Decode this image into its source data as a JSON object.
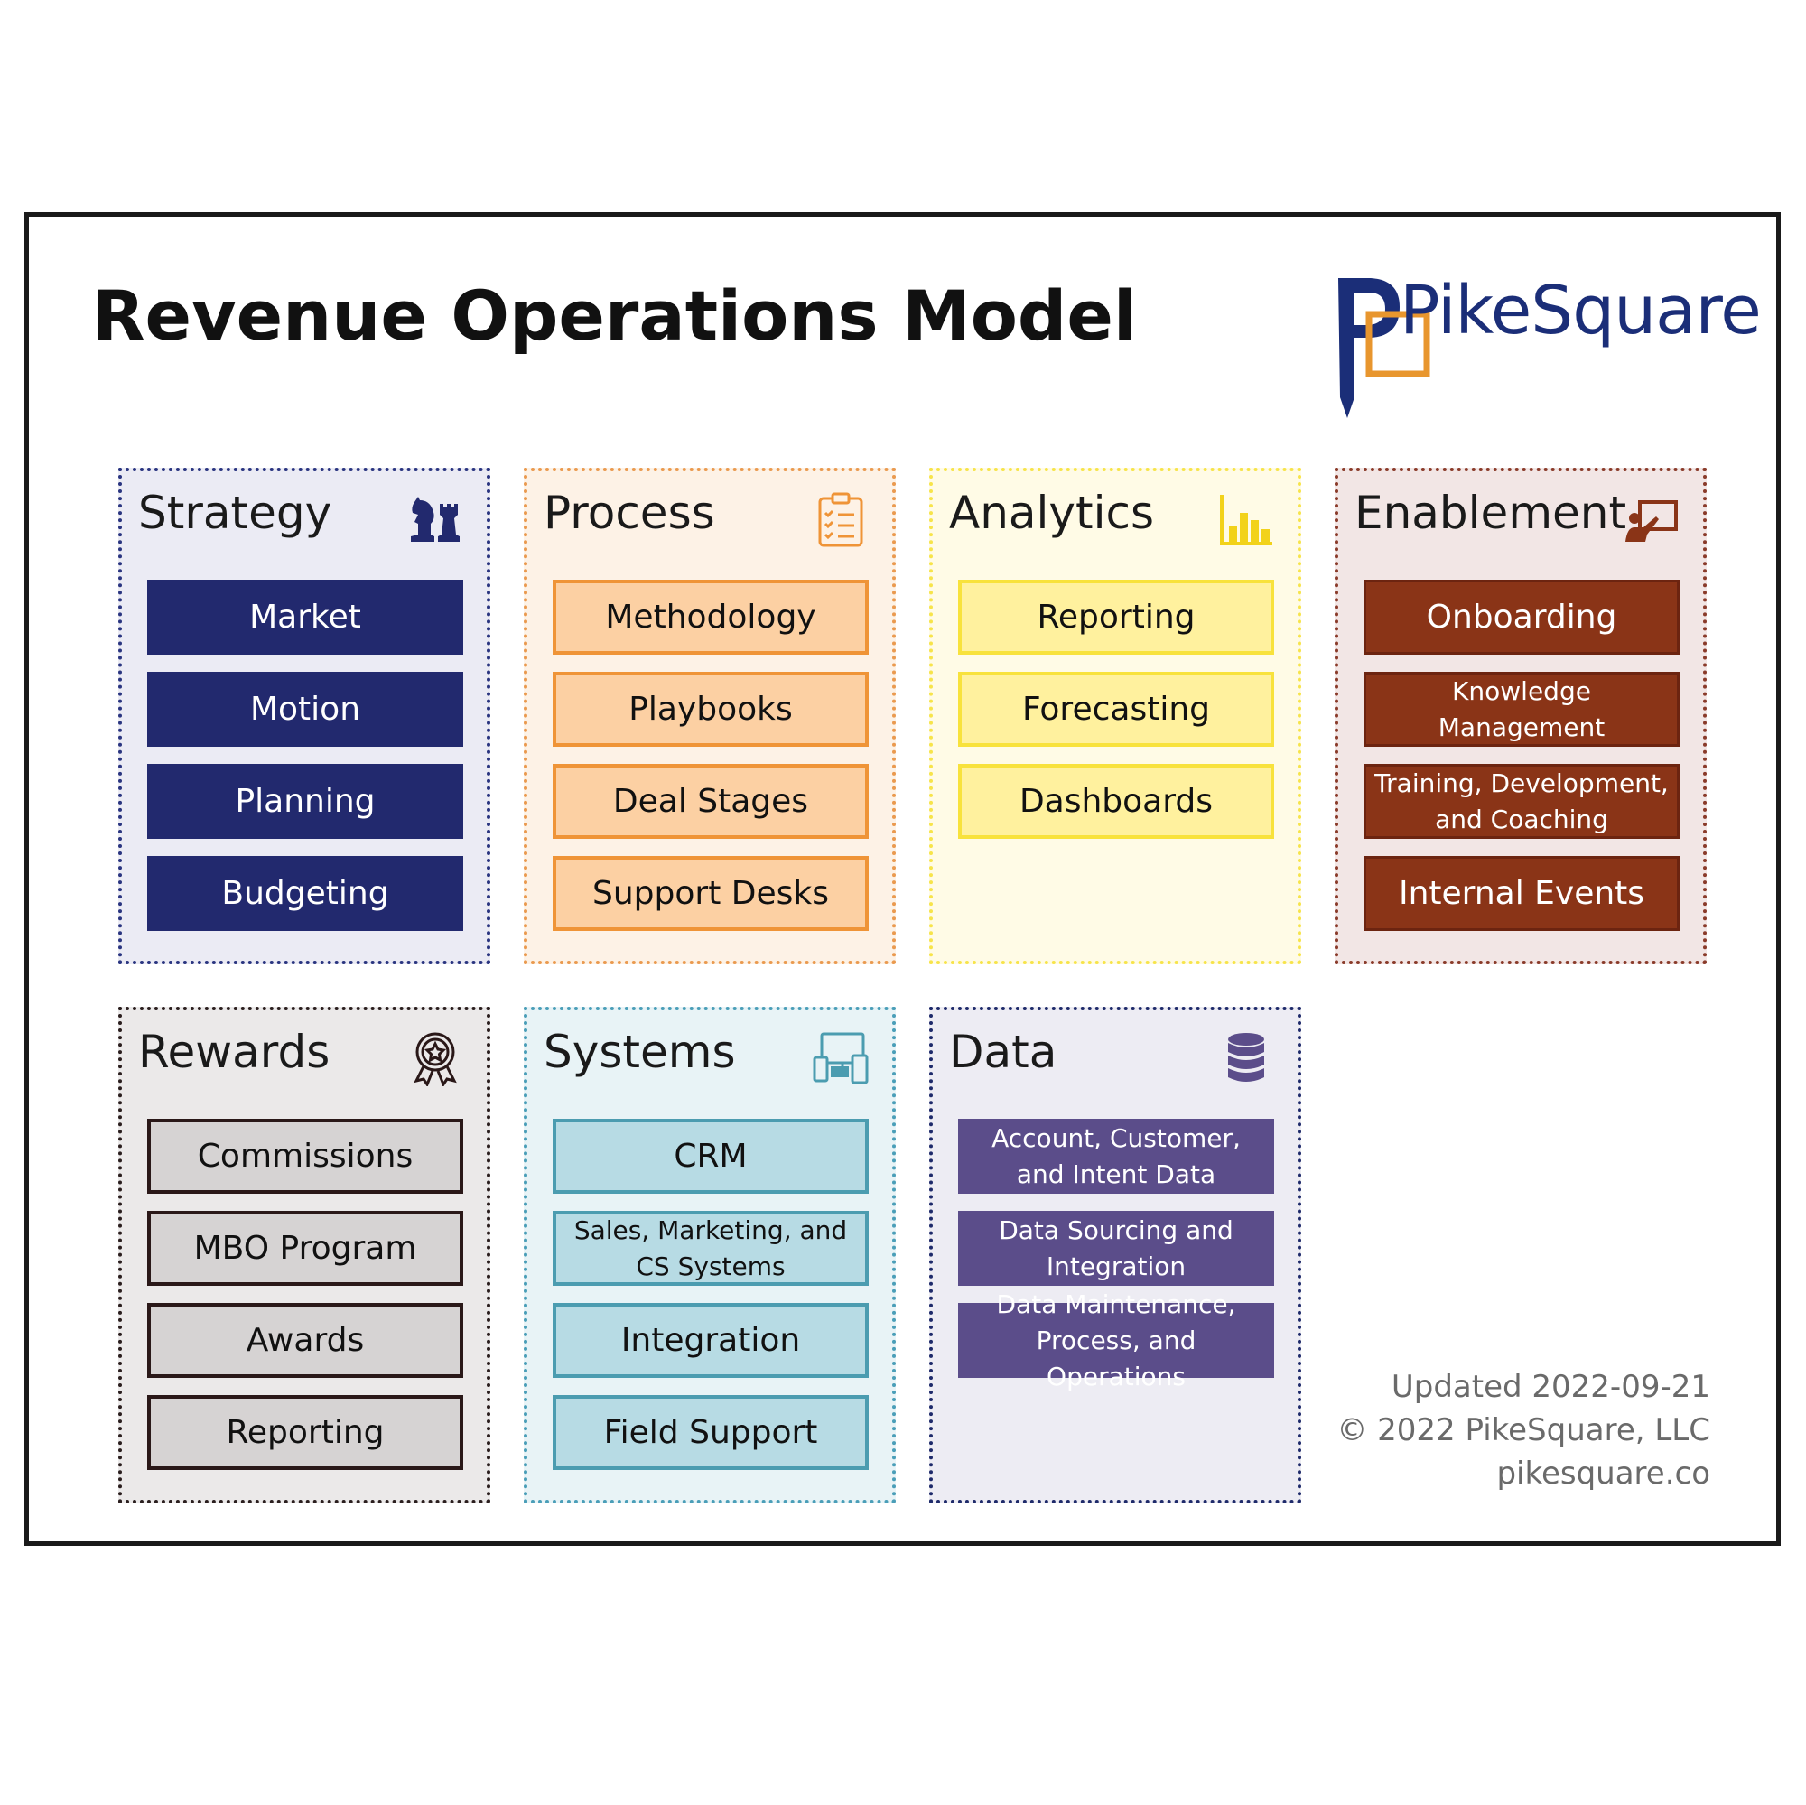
{
  "title": "Revenue Operations Model",
  "logo": {
    "text": "PikeSquare",
    "colors": {
      "navy": "#1b2e78",
      "orange": "#e8962e"
    }
  },
  "cards": {
    "strategy": {
      "title": "Strategy",
      "icon": "chess-pieces-icon",
      "items": [
        "Market",
        "Motion",
        "Planning",
        "Budgeting"
      ]
    },
    "process": {
      "title": "Process",
      "icon": "clipboard-checklist-icon",
      "items": [
        "Methodology",
        "Playbooks",
        "Deal Stages",
        "Support Desks"
      ]
    },
    "analytics": {
      "title": "Analytics",
      "icon": "bar-chart-icon",
      "items": [
        "Reporting",
        "Forecasting",
        "Dashboards"
      ]
    },
    "enablement": {
      "title": "Enablement",
      "icon": "presentation-board-icon",
      "items": [
        "Onboarding",
        "Knowledge Management",
        "Training, Development, and Coaching",
        "Internal Events"
      ]
    },
    "rewards": {
      "title": "Rewards",
      "icon": "award-ribbon-icon",
      "items": [
        "Commissions",
        "MBO Program",
        "Awards",
        "Reporting"
      ]
    },
    "systems": {
      "title": "Systems",
      "icon": "devices-icon",
      "items": [
        "CRM",
        "Sales, Marketing, and CS Systems",
        "Integration",
        "Field Support"
      ]
    },
    "data": {
      "title": "Data",
      "icon": "database-icon",
      "items": [
        "Account, Customer, and Intent Data",
        "Data Sourcing and Integration",
        "Data Maintenance, Process, and Operations"
      ]
    }
  },
  "footer": {
    "updated": "Updated 2022-09-21",
    "copyright": "© 2022 PikeSquare, LLC",
    "website": "pikesquare.co"
  },
  "colors": {
    "strategy": "#22296e",
    "process": "#fcd0a3",
    "analytics": "#fff19e",
    "enablement": "#8a3417",
    "rewards": "#d6d3d3",
    "systems": "#b7dbe4",
    "data": "#5b4d8a"
  }
}
